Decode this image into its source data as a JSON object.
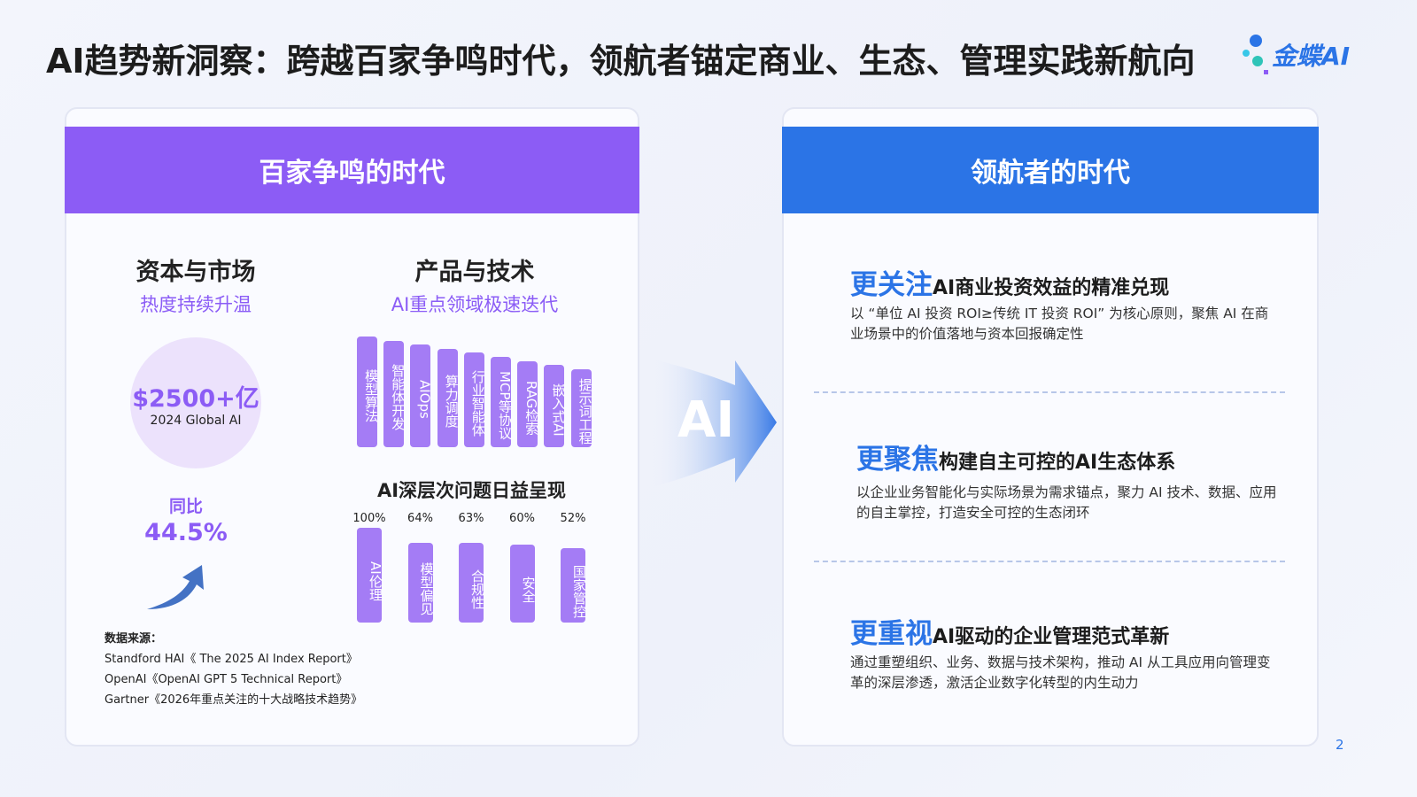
{
  "title": "AI趋势新洞察：跨越百家争鸣时代，领航者锚定商业、生态、管理实践新航向",
  "logo": {
    "text": "金蝶AI"
  },
  "left": {
    "header": "百家争鸣的时代",
    "capital": {
      "title": "资本与市场",
      "subtitle": "热度持续升温",
      "amount": "$2500+亿",
      "amount_caption": "2024 Global AI",
      "yoy_label": "同比",
      "yoy_value": "44.5%"
    },
    "product": {
      "title": "产品与技术",
      "subtitle": "AI重点领域极速迭代",
      "bars": [
        "模型算法",
        "智能体开发",
        "AIOps",
        "算力调度",
        "行业智能体",
        "MCP等协议",
        "RAG检索",
        "嵌入式AI",
        "提示词工程"
      ]
    },
    "sources": {
      "label": "数据来源：",
      "items": [
        "Standford HAI《 The 2025 AI Index Report》",
        "OpenAI《OpenAI GPT 5 Technical Report》",
        "Gartner《2026年重点关注的十大战略技术趋势》"
      ]
    }
  },
  "chart_data": {
    "type": "bar",
    "title": "AI深层次问题日益呈现",
    "categories": [
      "AI伦理",
      "模型偏见",
      "合规性",
      "安全",
      "国家管控"
    ],
    "values": [
      100,
      64,
      63,
      60,
      52
    ],
    "labels": [
      "100%",
      "64%",
      "63%",
      "60%",
      "52%"
    ],
    "color": "#a47cf5"
  },
  "arrow_label": "AI",
  "right": {
    "header": "领航者的时代",
    "items": [
      {
        "em": "更关注",
        "title": "AI商业投资效益的精准兑现",
        "body": "以 “单位 AI 投资 ROI≥传统 IT 投资 ROI” 为核心原则，聚焦 AI 在商业场景中的价值落地与资本回报确定性"
      },
      {
        "em": "更聚焦",
        "title": "构建自主可控的AI生态体系",
        "body": "以企业业务智能化与实际场景为需求锚点，聚力 AI 技术、数据、应用的自主掌控，打造安全可控的生态闭环"
      },
      {
        "em": "更重视",
        "title": "AI驱动的企业管理范式革新",
        "body": "通过重塑组织、业务、数据与技术架构，推动 AI 从工具应用向管理变革的深层渗透，激活企业数字化转型的内生动力"
      }
    ]
  },
  "page_number": "2",
  "colors": {
    "purple": "#8c5cf5",
    "blue": "#2b74e6"
  }
}
